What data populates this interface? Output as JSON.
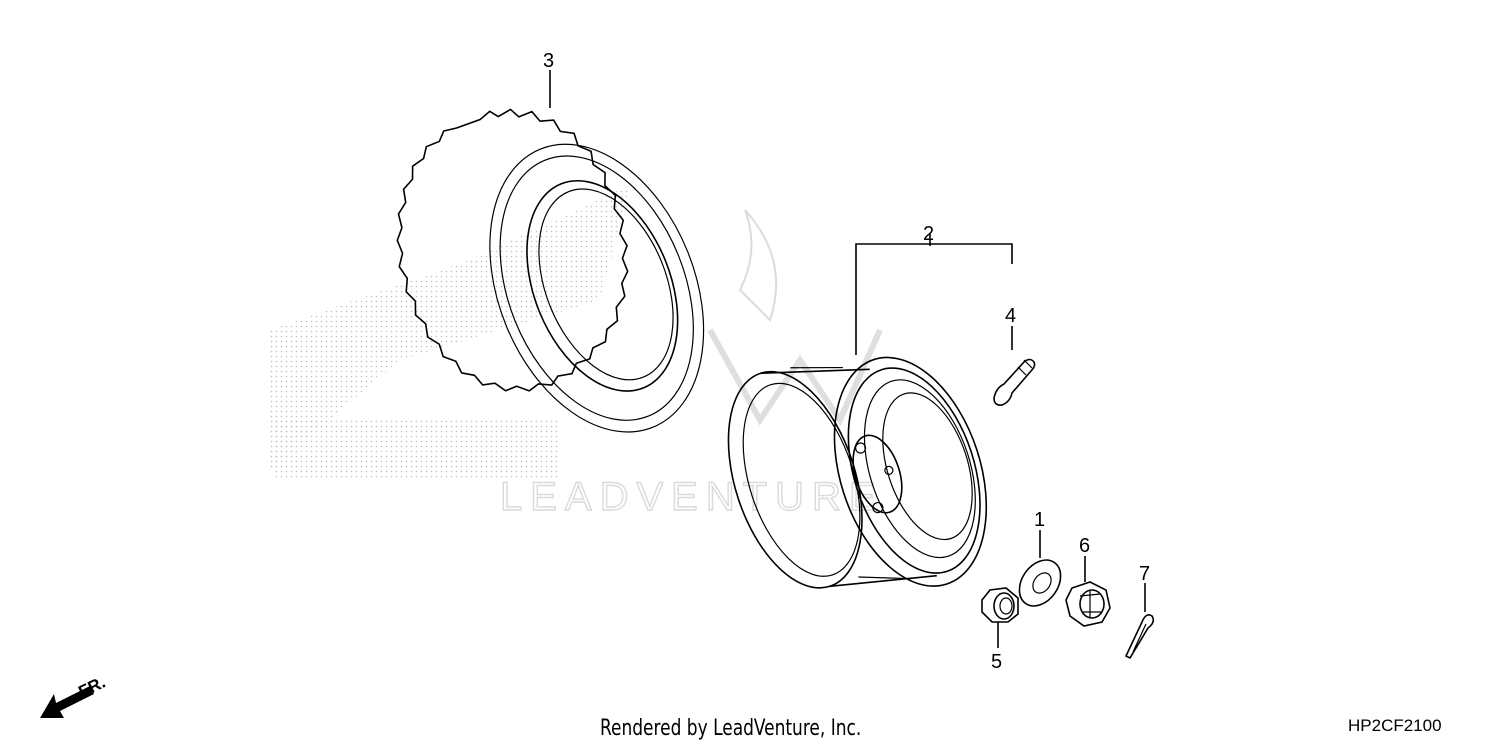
{
  "callouts": {
    "c1": "1",
    "c2": "2",
    "c3": "3",
    "c4": "4",
    "c5": "5",
    "c6": "6",
    "c7": "7"
  },
  "direction_label": "FR.",
  "credit": "Rendered by LeadVenture, Inc.",
  "diagram_code": "HP2CF2100",
  "colors": {
    "ink": "#000000",
    "watermark": "#cfcfcf",
    "background": "#ffffff"
  }
}
